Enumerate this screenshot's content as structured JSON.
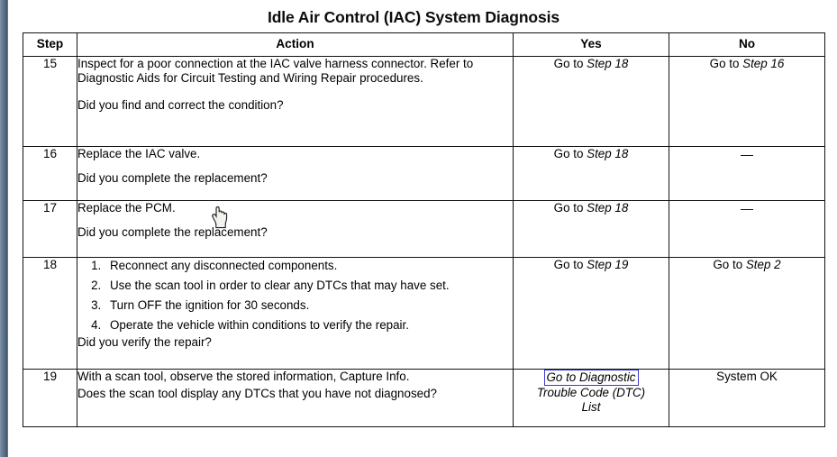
{
  "document": {
    "title": "Idle Air Control (IAC) System Diagnosis"
  },
  "table": {
    "headers": {
      "step": "Step",
      "action": "Action",
      "yes": "Yes",
      "no": "No"
    },
    "rows": [
      {
        "step": "15",
        "action_lines": [
          "Inspect for a poor connection at the IAC valve harness connector. Refer to Diagnostic Aids for Circuit Testing and Wiring Repair procedures.",
          "Did you find and correct the condition?"
        ],
        "yes": {
          "prefix": "Go to ",
          "italic": "Step 18"
        },
        "no": {
          "prefix": "Go to ",
          "italic": "Step 16"
        }
      },
      {
        "step": "16",
        "action_lines": [
          "Replace the IAC valve.",
          "Did you complete the replacement?"
        ],
        "yes": {
          "prefix": "Go to ",
          "italic": "Step 18"
        },
        "no": {
          "dash": "—"
        }
      },
      {
        "step": "17",
        "action_lines": [
          "Replace the PCM.",
          "Did you complete the replacement?"
        ],
        "yes": {
          "prefix": "Go to ",
          "italic": "Step 18"
        },
        "no": {
          "dash": "—"
        }
      },
      {
        "step": "18",
        "substeps": [
          "Reconnect any disconnected components.",
          "Use the scan tool in order to clear any DTCs that may have set.",
          "Turn OFF the ignition for 30 seconds.",
          "Operate the vehicle within conditions to verify the repair."
        ],
        "action_lines": [
          "Did you verify the repair?"
        ],
        "yes": {
          "prefix": "Go to ",
          "italic": "Step 19"
        },
        "no": {
          "prefix": "Go to ",
          "italic": "Step 2"
        }
      },
      {
        "step": "19",
        "action_lines": [
          "With a scan tool, observe the stored information, Capture Info.",
          "Does the scan tool display any DTCs that you have not diagnosed?"
        ],
        "yes": {
          "highlighted": "Go to Diagnostic",
          "rest_line_1": "Trouble Code (DTC)",
          "rest_line_2": "List"
        },
        "no": {
          "text": "System OK"
        }
      }
    ]
  },
  "cursor": {
    "icon": "pointing-hand-cursor"
  },
  "colors": {
    "page_background": "#ffffff",
    "text": "#000000",
    "table_border": "#111111",
    "link_highlight": "#3a3ad0",
    "left_strip": "#51677c"
  }
}
